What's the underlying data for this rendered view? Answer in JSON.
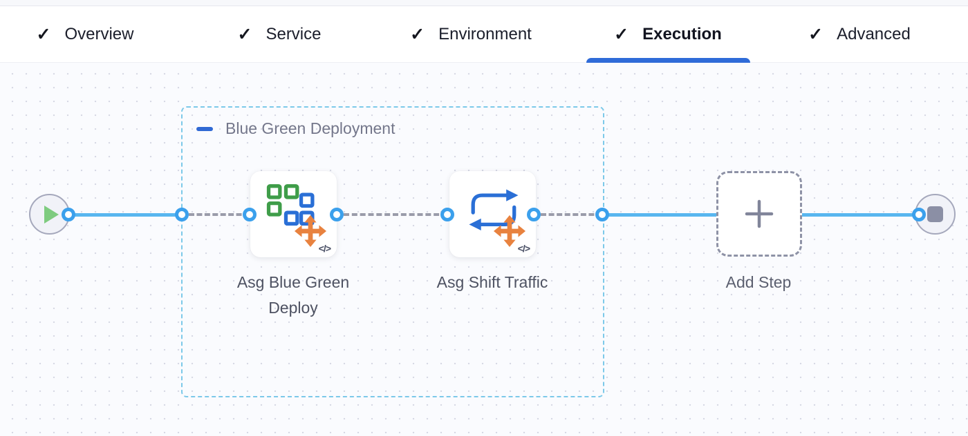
{
  "header": {
    "check_glyph": "✓",
    "tabs": [
      {
        "label": "Overview",
        "active": false
      },
      {
        "label": "Service",
        "active": false
      },
      {
        "label": "Environment",
        "active": false
      },
      {
        "label": "Execution",
        "active": true
      },
      {
        "label": "Advanced",
        "active": false
      }
    ]
  },
  "pipeline": {
    "group_label": "Blue Green Deployment",
    "steps": [
      {
        "label": "Asg Blue Green Deploy"
      },
      {
        "label": "Asg Shift Traffic"
      }
    ],
    "add_step_label": "Add Step",
    "code_badge": "</>"
  },
  "colors": {
    "active_tab_underline": "#2f6bd8",
    "flow_line_blue": "#58b6ef",
    "connector_ring_blue": "#3ba0ec",
    "group_border_cyan": "#7cc9e9",
    "dashed_line_gray": "#9a9caa",
    "icon_square_green": "#3f9d49",
    "icon_blue": "#2a6fd6",
    "icon_move_orange": "#e8823f",
    "play_green": "#7ecb7f",
    "stop_gray": "#8b8fa5",
    "collapse_minus_blue": "#3069d4"
  }
}
